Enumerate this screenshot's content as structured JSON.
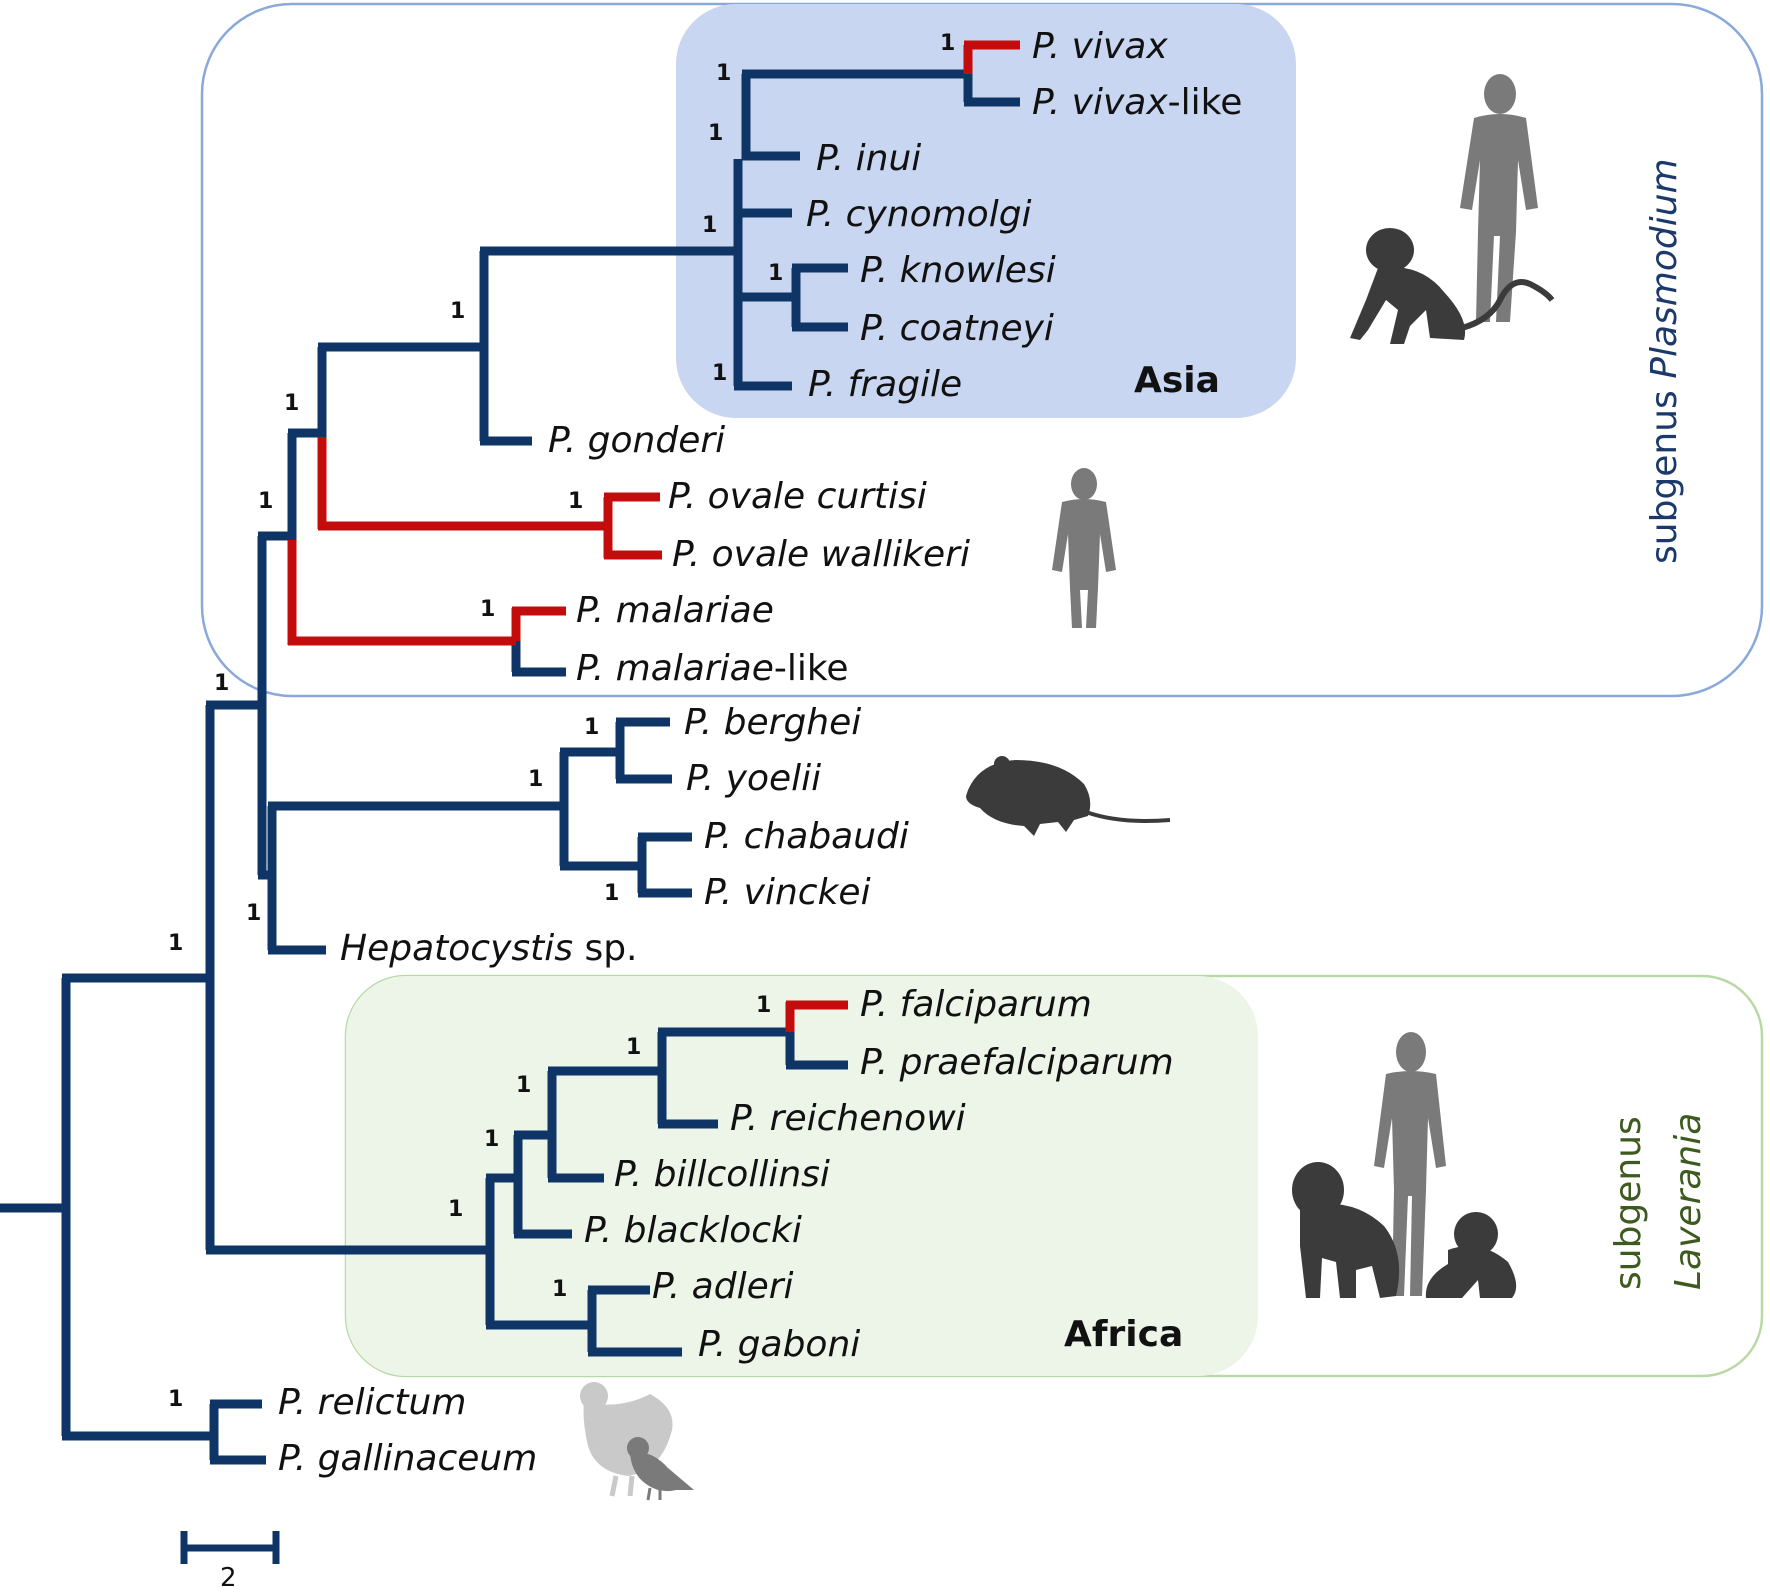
{
  "colors": {
    "branch": "#0e3566",
    "human_lineage": "#c40c0c",
    "asia_fill": "#c9d6f1",
    "africa_fill": "#edf5e9",
    "plasmodium_border": "#8aa9db",
    "laverania_border": "#b8d9a6",
    "plasmodium_label": "#1b3a6b",
    "laverania_label": "#3d5a1f",
    "silhouette_dark": "#3b3b3b",
    "silhouette_grey": "#7a7a7a",
    "silhouette_light": "#c9c9c9"
  },
  "taxa": {
    "vivax": {
      "genus": "P.",
      "species": "vivax",
      "suffix": ""
    },
    "vivax_like": {
      "genus": "P.",
      "species": "vivax",
      "suffix": "-like"
    },
    "inui": {
      "genus": "P.",
      "species": "inui",
      "suffix": ""
    },
    "cynomolgi": {
      "genus": "P.",
      "species": "cynomolgi",
      "suffix": ""
    },
    "knowlesi": {
      "genus": "P.",
      "species": "knowlesi",
      "suffix": ""
    },
    "coatneyi": {
      "genus": "P.",
      "species": "coatneyi",
      "suffix": ""
    },
    "fragile": {
      "genus": "P.",
      "species": "fragile",
      "suffix": ""
    },
    "gonderi": {
      "genus": "P.",
      "species": "gonderi",
      "suffix": ""
    },
    "ovale_curtisi": {
      "genus": "P.",
      "species": "ovale curtisi",
      "suffix": ""
    },
    "ovale_wallikeri": {
      "genus": "P.",
      "species": "ovale wallikeri",
      "suffix": ""
    },
    "malariae": {
      "genus": "P.",
      "species": "malariae",
      "suffix": ""
    },
    "malariae_like": {
      "genus": "P.",
      "species": "malariae",
      "suffix": "-like"
    },
    "berghei": {
      "genus": "P.",
      "species": "berghei",
      "suffix": ""
    },
    "yoelii": {
      "genus": "P.",
      "species": "yoelii",
      "suffix": ""
    },
    "chabaudi": {
      "genus": "P.",
      "species": "chabaudi",
      "suffix": ""
    },
    "vinckei": {
      "genus": "P.",
      "species": "vinckei",
      "suffix": ""
    },
    "hepatocystis": {
      "genus": "Hepatocystis",
      "species": "",
      "suffix": " sp."
    },
    "falciparum": {
      "genus": "P.",
      "species": "falciparum",
      "suffix": ""
    },
    "praefalciparum": {
      "genus": "P.",
      "species": "praefalciparum",
      "suffix": ""
    },
    "reichenowi": {
      "genus": "P.",
      "species": "reichenowi",
      "suffix": ""
    },
    "billcollinsi": {
      "genus": "P.",
      "species": "billcollinsi",
      "suffix": ""
    },
    "blacklocki": {
      "genus": "P.",
      "species": "blacklocki",
      "suffix": ""
    },
    "adleri": {
      "genus": "P.",
      "species": "adleri",
      "suffix": ""
    },
    "gaboni": {
      "genus": "P.",
      "species": "gaboni",
      "suffix": ""
    },
    "relictum": {
      "genus": "P.",
      "species": "relictum",
      "suffix": ""
    },
    "gallinaceum": {
      "genus": "P.",
      "species": "gallinaceum",
      "suffix": ""
    }
  },
  "support_value": "1",
  "regions": {
    "asia": "Asia",
    "africa": "Africa"
  },
  "subgenera": {
    "plasmodium": {
      "prefix": "subgenus",
      "name": "Plasmodium"
    },
    "laverania": {
      "prefix": "subgenus",
      "name": "Laverania"
    }
  },
  "scale_bar": {
    "label": "2"
  },
  "hosts": {
    "asia_primates": [
      "human-icon",
      "macaque-icon"
    ],
    "ovale_malariae": [
      "human-icon"
    ],
    "rodent": [
      "rodent-icon"
    ],
    "african_apes": [
      "human-icon",
      "gorilla-icon",
      "chimpanzee-icon"
    ],
    "avian": [
      "chicken-icon",
      "bird-icon"
    ]
  }
}
